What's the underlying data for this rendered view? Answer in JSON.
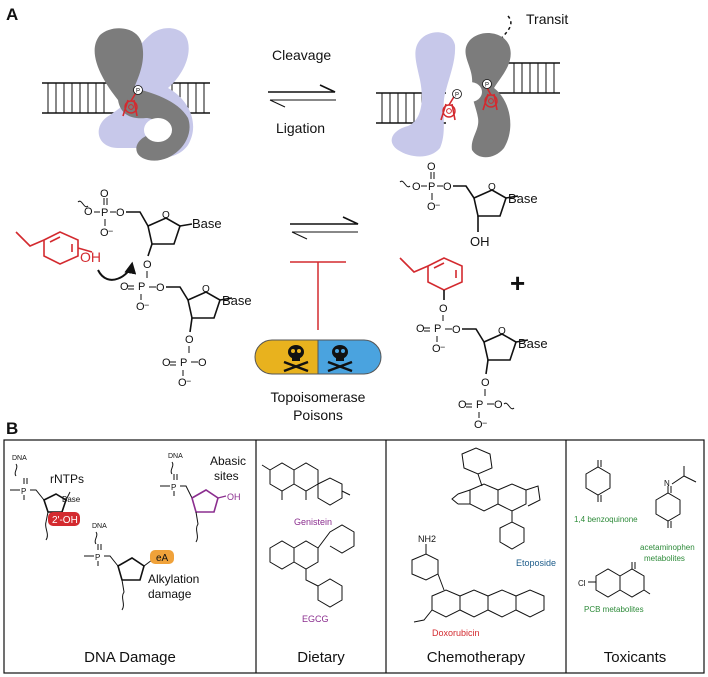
{
  "panel_a": {
    "label": "A",
    "transit": "Transit",
    "cleavage": "Cleavage",
    "ligation": "Ligation",
    "poisons_line1": "Topoisomerase",
    "poisons_line2": "Poisons",
    "base": "Base",
    "oh": "OH",
    "plus": "+",
    "p_mark": "P",
    "atom_o": "O",
    "atom_p": "P",
    "minus": "−",
    "colors": {
      "enzyme_gray": "#7c7c7c",
      "enzyme_lavender": "#c7c8ea",
      "tyrosine_red": "#d32a2f",
      "pill_yellow": "#e8b21e",
      "pill_blue": "#4aa3df"
    }
  },
  "panel_b": {
    "label": "B",
    "dna_damage": {
      "title": "DNA Damage",
      "rntps": "rNTPs",
      "abasic_line1": "Abasic",
      "abasic_line2": "sites",
      "alkylation_line1": "Alkylation",
      "alkylation_line2": "damage",
      "oh_2prime": "2'-OH",
      "ea": "eA",
      "dna": "DNA",
      "base": "Base",
      "oh": "OH"
    },
    "dietary": {
      "title": "Dietary",
      "genistein": "Genistein",
      "egcg": "EGCG"
    },
    "chemotherapy": {
      "title": "Chemotherapy",
      "etoposide": "Etoposide",
      "doxorubicin": "Doxorubicin",
      "nh2": "NH2"
    },
    "toxicants": {
      "title": "Toxicants",
      "benzoquinone": "1,4 benzoquinone",
      "acetaminophen_line1": "acetaminophen",
      "acetaminophen_line2": "metabolites",
      "pcb": "PCB metabolites",
      "cl": "Cl",
      "n": "N"
    }
  }
}
